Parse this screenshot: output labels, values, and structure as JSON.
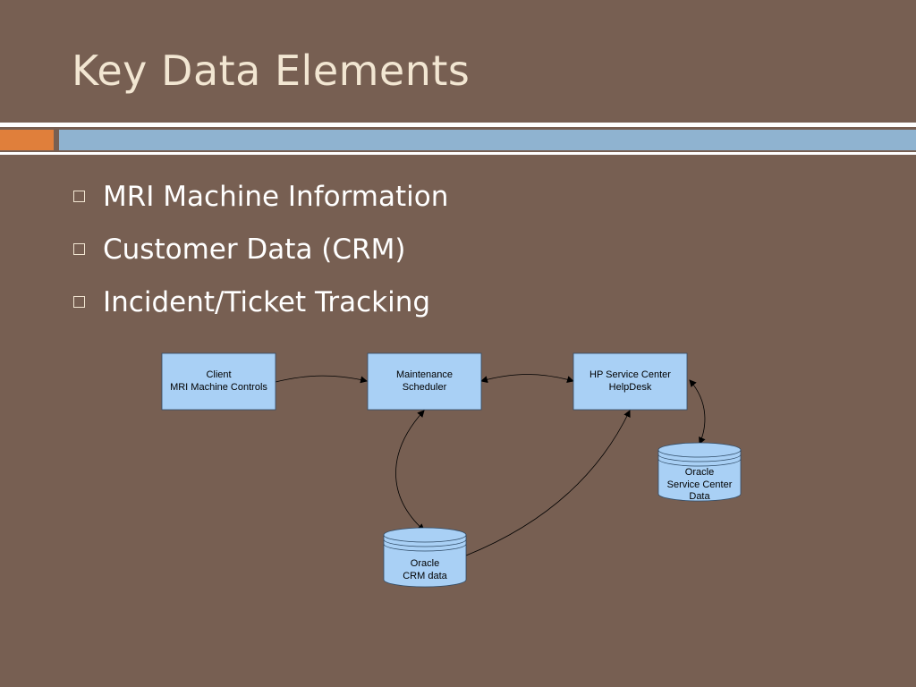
{
  "slide": {
    "title": "Key Data Elements",
    "bullets": [
      "MRI Machine Information",
      "Customer Data (CRM)",
      "Incident/Ticket Tracking"
    ]
  },
  "diagram": {
    "nodes": {
      "client": {
        "line1": "Client",
        "line2": "MRI Machine Controls"
      },
      "scheduler": {
        "line1": "Maintenance",
        "line2": "Scheduler"
      },
      "helpdesk": {
        "line1": "HP Service Center",
        "line2": "HelpDesk"
      },
      "crm_db": {
        "line1": "Oracle",
        "line2": "CRM data"
      },
      "sc_db": {
        "line1": "Oracle",
        "line2": "Service Center",
        "line3": "Data"
      }
    }
  },
  "colors": {
    "background": "#775f52",
    "title": "#f2e6d2",
    "accent_orange": "#e07f3b",
    "accent_blue": "#8fb3d0",
    "node_fill": "#a9d0f5"
  }
}
